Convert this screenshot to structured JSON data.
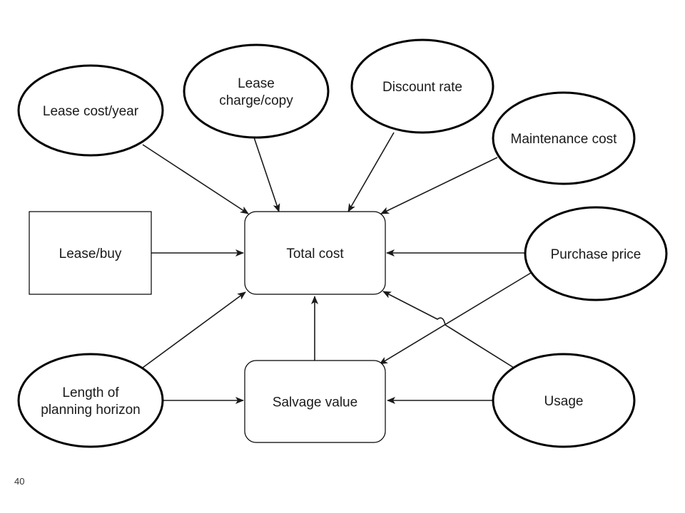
{
  "nodes": {
    "lease_cost_year": {
      "lines": [
        "Lease cost/year"
      ],
      "shape": "ellipse"
    },
    "lease_charge_copy": {
      "lines": [
        "Lease",
        "charge/copy"
      ],
      "shape": "ellipse"
    },
    "discount_rate": {
      "lines": [
        "Discount rate"
      ],
      "shape": "ellipse"
    },
    "maintenance_cost": {
      "lines": [
        "Maintenance cost"
      ],
      "shape": "ellipse"
    },
    "lease_buy": {
      "lines": [
        "Lease/buy"
      ],
      "shape": "rectangle"
    },
    "total_cost": {
      "lines": [
        "Total cost"
      ],
      "shape": "rounded-rectangle"
    },
    "purchase_price": {
      "lines": [
        "Purchase price"
      ],
      "shape": "ellipse"
    },
    "length_planning_horizon": {
      "lines": [
        "Length of",
        "planning horizon"
      ],
      "shape": "ellipse"
    },
    "salvage_value": {
      "lines": [
        "Salvage value"
      ],
      "shape": "rounded-rectangle"
    },
    "usage": {
      "lines": [
        "Usage"
      ],
      "shape": "ellipse"
    }
  },
  "edges": [
    {
      "from": "lease_cost_year",
      "to": "total_cost"
    },
    {
      "from": "lease_charge_copy",
      "to": "total_cost"
    },
    {
      "from": "discount_rate",
      "to": "total_cost"
    },
    {
      "from": "maintenance_cost",
      "to": "total_cost"
    },
    {
      "from": "lease_buy",
      "to": "total_cost"
    },
    {
      "from": "purchase_price",
      "to": "total_cost"
    },
    {
      "from": "length_planning_horizon",
      "to": "total_cost"
    },
    {
      "from": "usage",
      "to": "total_cost"
    },
    {
      "from": "salvage_value",
      "to": "total_cost"
    },
    {
      "from": "purchase_price",
      "to": "salvage_value"
    },
    {
      "from": "length_planning_horizon",
      "to": "salvage_value"
    },
    {
      "from": "usage",
      "to": "salvage_value"
    }
  ],
  "footer": {
    "page_number": "40"
  },
  "colors": {
    "stroke": "#000000",
    "text": "#1a1a1a",
    "background": "#ffffff"
  }
}
